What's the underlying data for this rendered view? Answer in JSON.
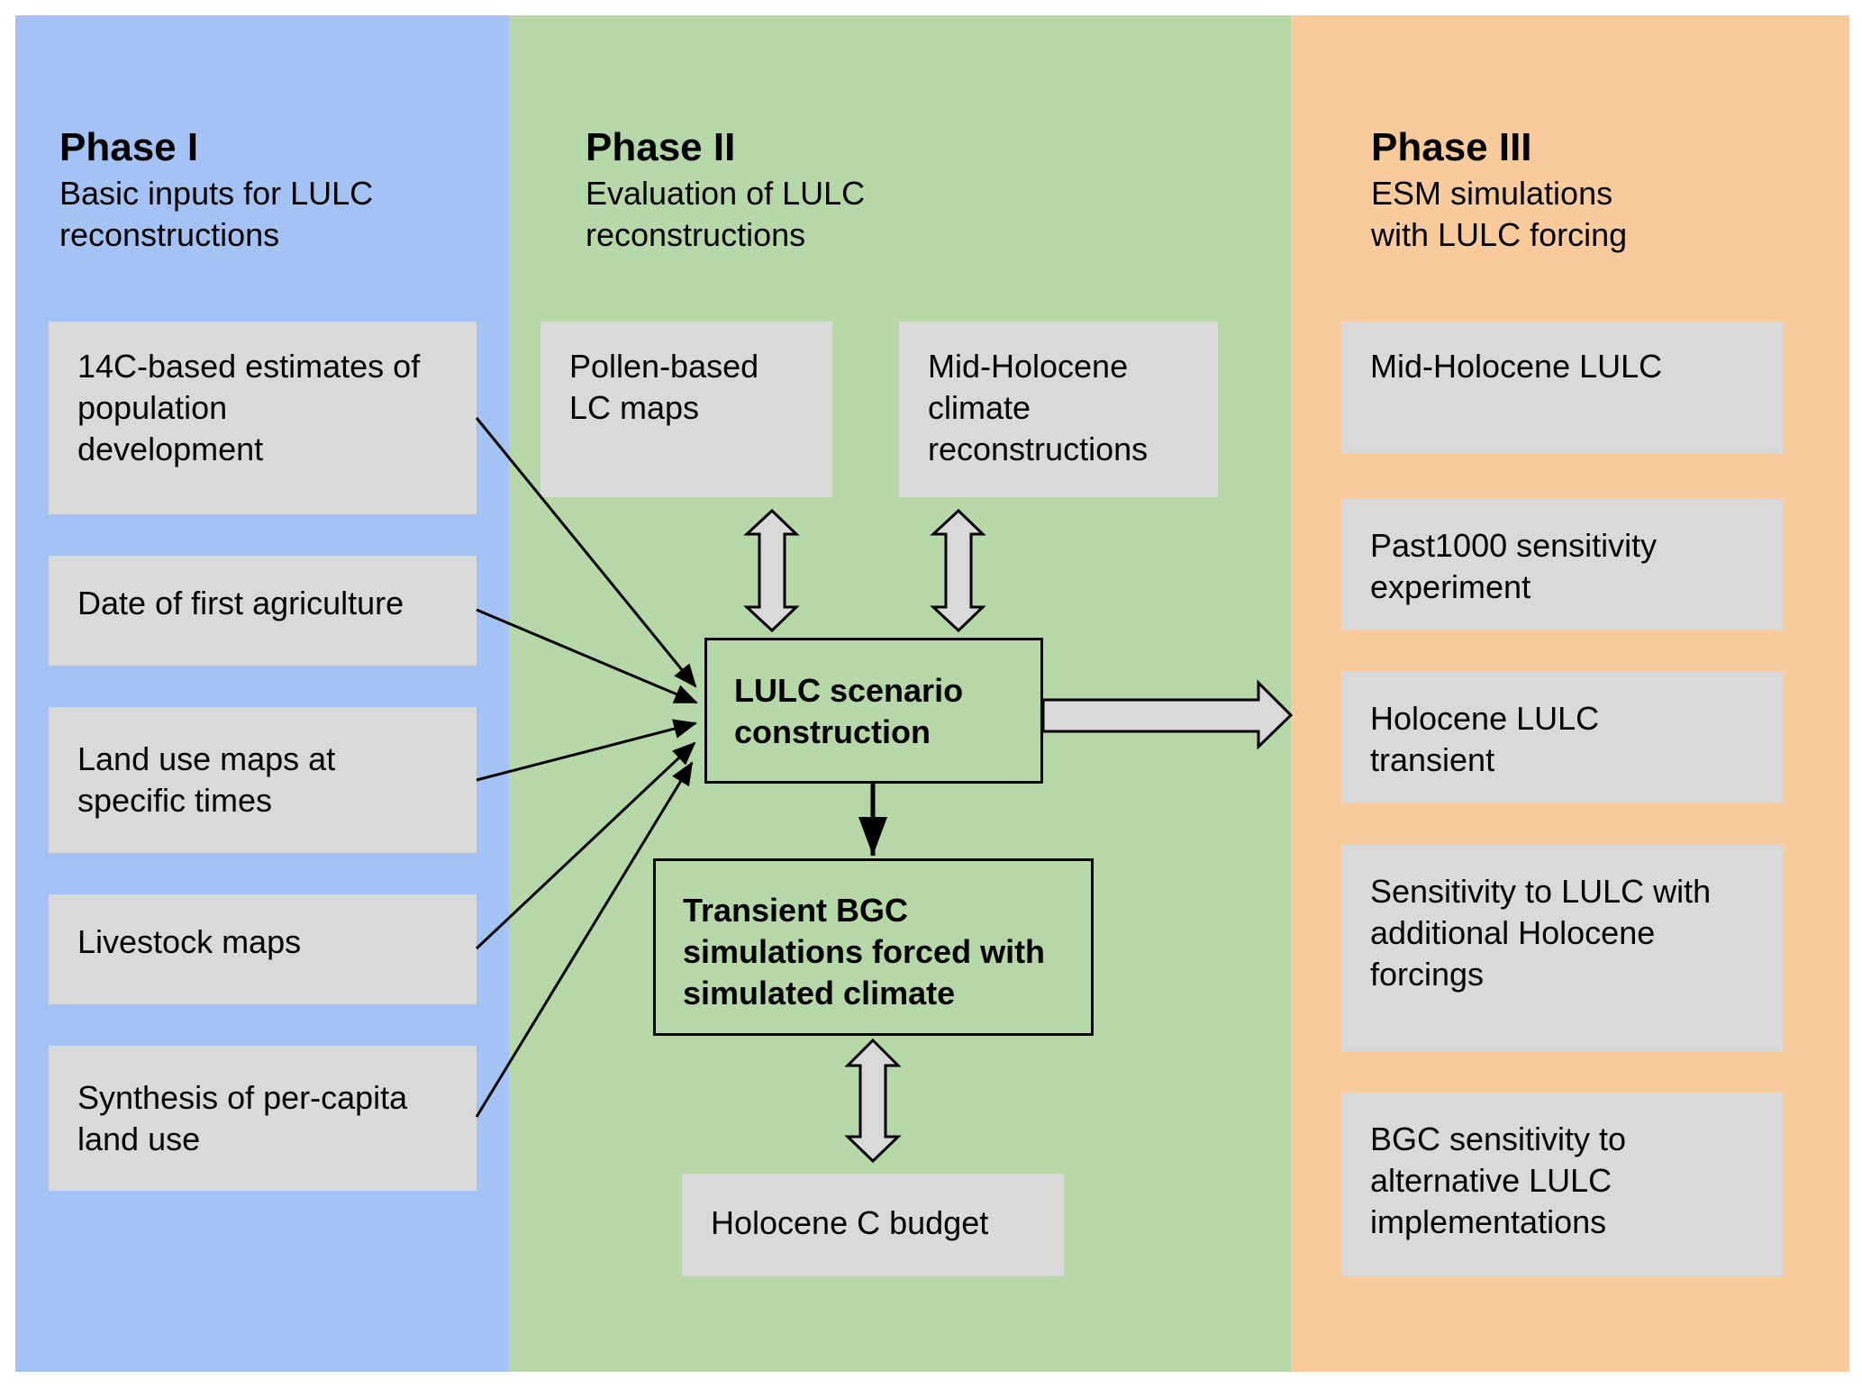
{
  "colors": {
    "phase1_bg": "#a4c2f4",
    "phase2_bg": "#b6d7a8",
    "phase3_bg": "#f9cb9c",
    "box_bg": "#d9d9d9",
    "line": "#000000"
  },
  "phases": [
    {
      "title": "Phase I",
      "subtitle": "Basic inputs for LULC\nreconstructions",
      "boxes": [
        "14C-based estimates of\npopulation\ndevelopment",
        "Date of first agriculture",
        "Land use maps at\nspecific times",
        "Livestock maps",
        "Synthesis of per-capita\nland use"
      ]
    },
    {
      "title": "Phase II",
      "subtitle": "Evaluation of LULC\nreconstructions",
      "boxes": [
        "Pollen-based\nLC maps",
        "Mid-Holocene\nclimate\nreconstructions",
        "Holocene C budget"
      ],
      "process_boxes": [
        "LULC scenario\nconstruction",
        "Transient BGC\nsimulations forced with\nsimulated climate"
      ]
    },
    {
      "title": "Phase III",
      "subtitle": "ESM simulations\nwith LULC forcing",
      "boxes": [
        "Mid-Holocene LULC",
        "Past1000 sensitivity\nexperiment",
        "Holocene LULC\ntransient",
        "Sensitivity to LULC with\nadditional Holocene\nforcings",
        "BGC sensitivity to\nalternative LULC\nimplementations"
      ]
    }
  ],
  "connections": [
    {
      "from": "14C-based estimates of population development",
      "to": "LULC scenario construction",
      "type": "arrow"
    },
    {
      "from": "Date of first agriculture",
      "to": "LULC scenario construction",
      "type": "arrow"
    },
    {
      "from": "Land use maps at specific times",
      "to": "LULC scenario construction",
      "type": "arrow"
    },
    {
      "from": "Livestock maps",
      "to": "LULC scenario construction",
      "type": "arrow"
    },
    {
      "from": "Synthesis of per-capita land use",
      "to": "LULC scenario construction",
      "type": "arrow"
    },
    {
      "from": "Pollen-based LC maps",
      "to": "LULC scenario construction",
      "type": "double-arrow"
    },
    {
      "from": "Mid-Holocene climate reconstructions",
      "to": "LULC scenario construction",
      "type": "double-arrow"
    },
    {
      "from": "LULC scenario construction",
      "to": "Transient BGC simulations forced with simulated climate",
      "type": "arrow"
    },
    {
      "from": "Transient BGC simulations forced with simulated climate",
      "to": "Holocene C budget",
      "type": "double-arrow"
    },
    {
      "from": "LULC scenario construction",
      "to": "Phase III",
      "type": "block-arrow"
    }
  ]
}
